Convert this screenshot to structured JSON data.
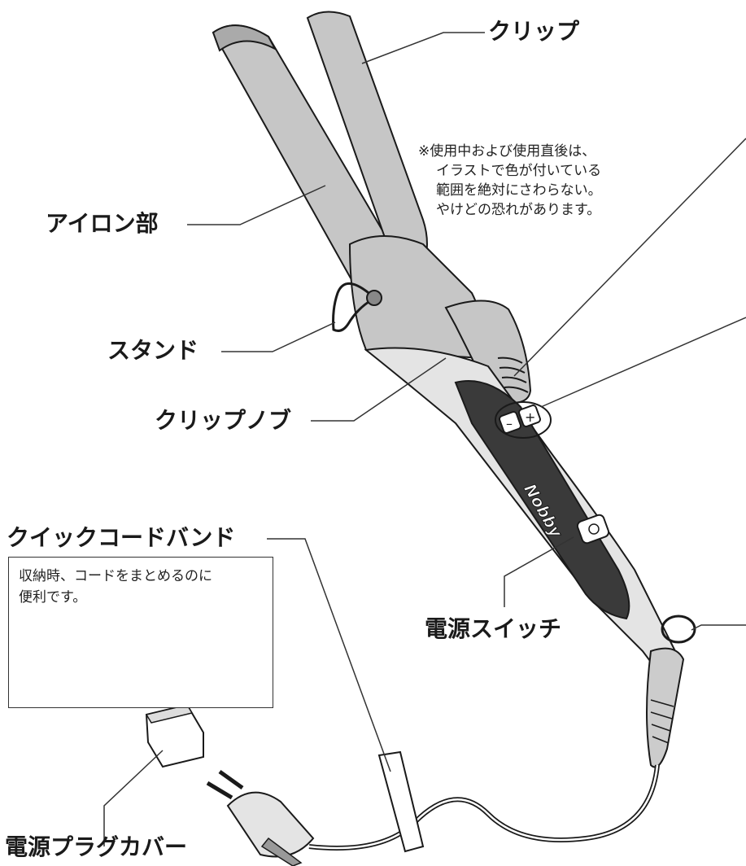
{
  "labels": {
    "clip": "クリップ",
    "iron": "アイロン部",
    "stand": "スタンド",
    "clip_knob": "クリップノブ",
    "cord_band": "クイックコードバンド",
    "power_switch": "電源スイッチ",
    "plug_cover": "電源プラグカバー"
  },
  "warning_lines": [
    "※使用中および使用直後は、",
    "イラストで色が付いている",
    "範囲を絶対にさわらない。",
    "やけどの恐れがあります。"
  ],
  "cord_band_note_lines": [
    "収納時、コードをまとめるのに",
    "便利です。"
  ],
  "brand": "Nobby",
  "colors": {
    "hot_area": "#c6c6c6",
    "body_dark": "#3a3a3a",
    "outline": "#1a1a1a",
    "leader": "#333333"
  }
}
